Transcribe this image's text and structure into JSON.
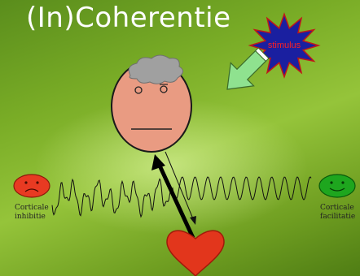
{
  "title": "(In)Coherentie",
  "stimulus": {
    "label": "stimulus",
    "color": "#1a1fa0",
    "text_color": "#ff2020"
  },
  "left_face": {
    "label_line1": "Corticale",
    "label_line2": "inhibitie",
    "color": "#e83a22"
  },
  "right_face": {
    "label_line1": "Corticale",
    "label_line2": "facilitatie",
    "color": "#1ea61e"
  },
  "head": {
    "skin_color": "#e99b82",
    "brain_color": "#a0a0a0"
  },
  "heart": {
    "color": "#e2361c"
  },
  "arrows": {
    "stimulus_arrow_color": "#8fe28f",
    "up_arrow_color": "#000000"
  }
}
